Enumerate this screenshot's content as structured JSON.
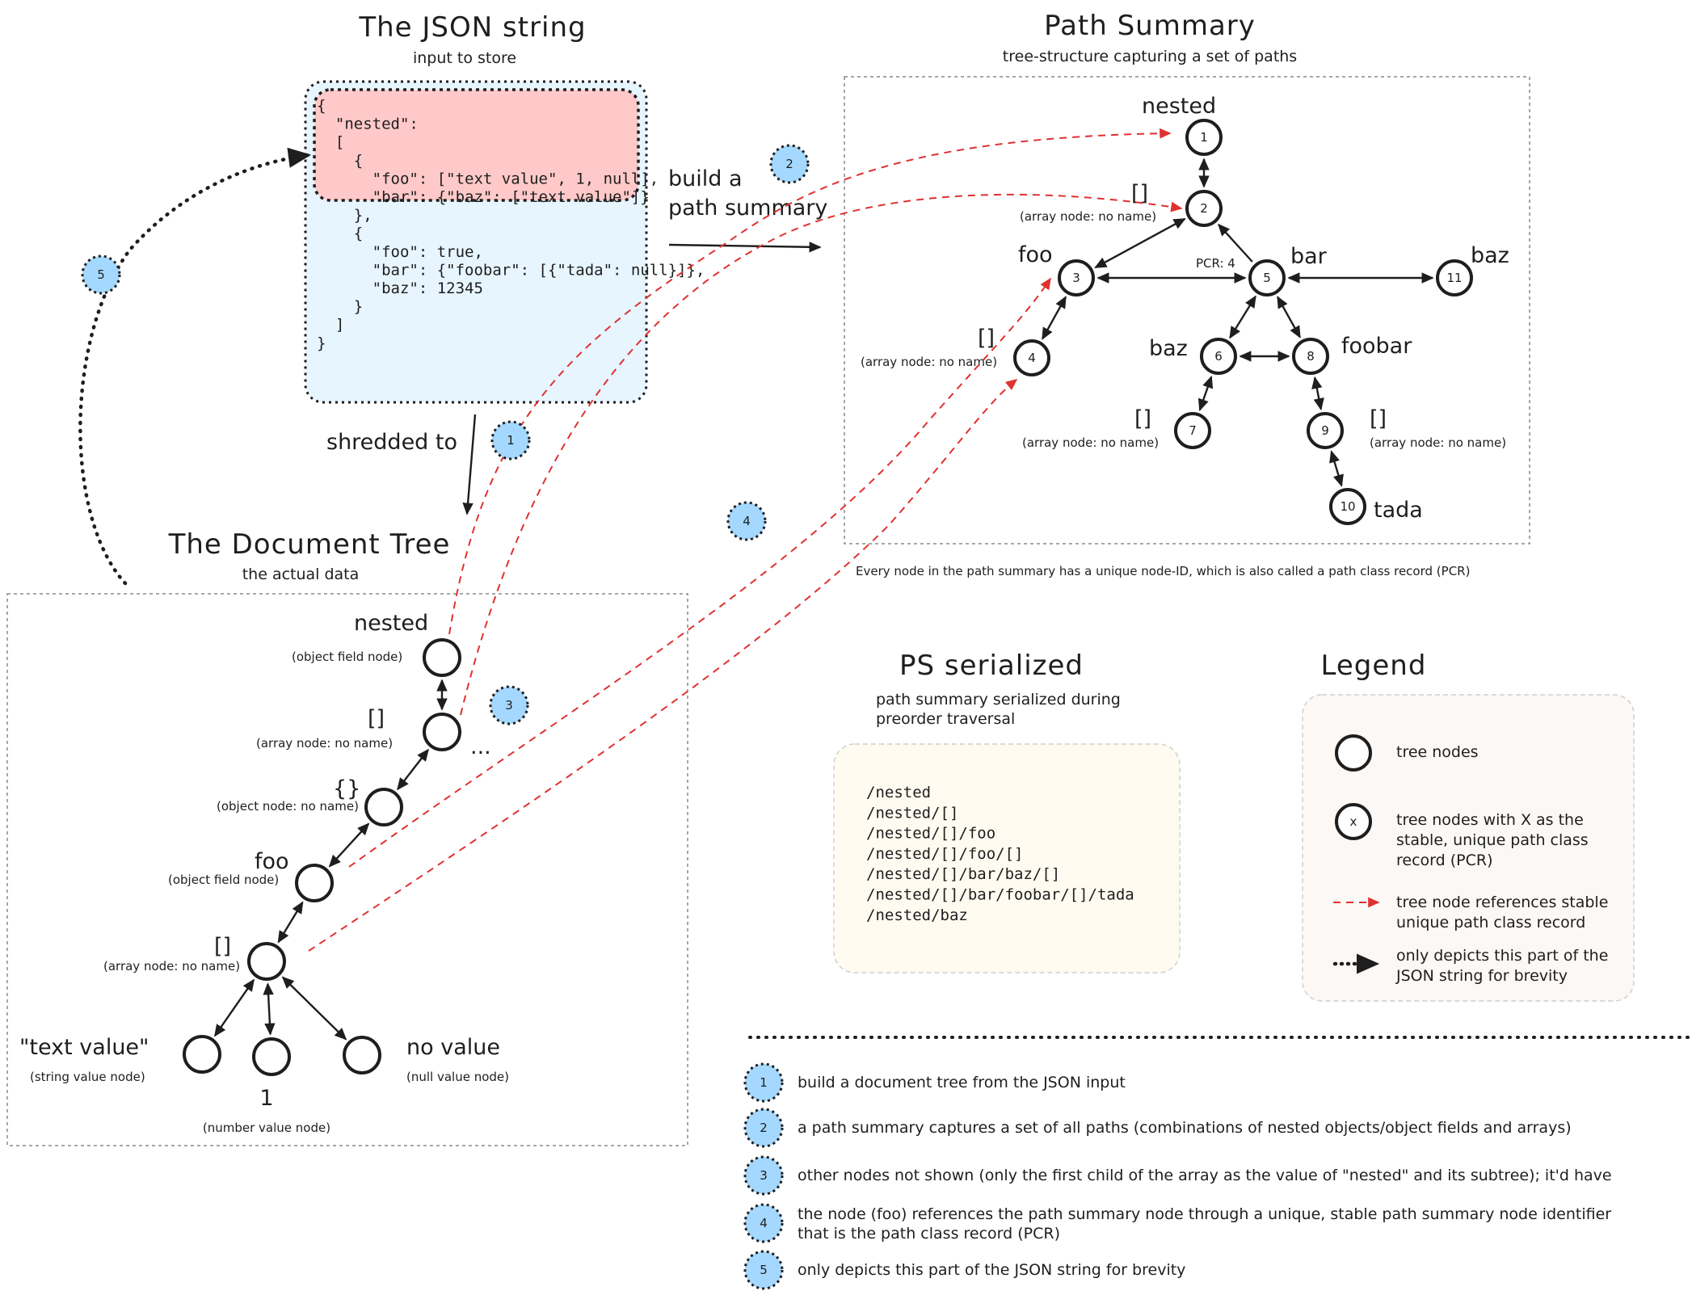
{
  "json_panel": {
    "title": "The JSON string",
    "subtitle": "input to store",
    "code_lines": [
      "{",
      "  \"nested\":",
      "  [",
      "    {",
      "      \"foo\": [\"text value\", 1, null],",
      "      \"bar\": {\"baz\": [\"text value\"]}",
      "    },",
      "    {",
      "      \"foo\": true,",
      "      \"bar\": {\"foobar\": [{\"tada\": null}]},",
      "      \"baz\": 12345",
      "    }",
      "  ]",
      "}"
    ]
  },
  "path_summary": {
    "title": "Path Summary",
    "subtitle": "tree-structure capturing a set of paths",
    "footnote": "Every node in the path summary has a unique node-ID, which is also called a path class record (PCR)",
    "pcr_label": "PCR: 4",
    "nodes": [
      {
        "id": "1",
        "label": "nested"
      },
      {
        "id": "2",
        "label": "[]",
        "note": "(array node: no name)"
      },
      {
        "id": "3",
        "label": "foo"
      },
      {
        "id": "4",
        "label": "[]",
        "note": "(array node: no name)"
      },
      {
        "id": "5",
        "label": "bar"
      },
      {
        "id": "6",
        "label": "baz"
      },
      {
        "id": "7",
        "label": "[]",
        "note": "(array node: no name)"
      },
      {
        "id": "8",
        "label": "foobar"
      },
      {
        "id": "9",
        "label": "[]",
        "note": "(array node: no name)"
      },
      {
        "id": "10",
        "label": "tada"
      },
      {
        "id": "11",
        "label": "baz"
      }
    ]
  },
  "arrows": {
    "build": [
      "build a",
      "path summary"
    ],
    "shredded": "shredded to"
  },
  "doc_tree": {
    "title": "The Document Tree",
    "subtitle": "the actual data",
    "nodes": [
      {
        "label": "nested",
        "note": "(object field node)"
      },
      {
        "label": "[]",
        "note": "(array node: no name)"
      },
      {
        "label": "{}",
        "note": "(object node: no name)"
      },
      {
        "label": "foo",
        "note": "(object field node)"
      },
      {
        "label": "[]",
        "note": "(array node: no name)"
      },
      {
        "label": "\"text value\"",
        "note": "(string value node)"
      },
      {
        "label": "1",
        "note": "(number value node)"
      },
      {
        "label": "no value",
        "note": "(null value node)"
      }
    ],
    "ellipsis": "..."
  },
  "ps_serialized": {
    "title": "PS serialized",
    "subtitle_lines": [
      "path summary serialized during",
      "preorder traversal"
    ],
    "lines": [
      "/nested",
      "/nested/[]",
      "/nested/[]/foo",
      "/nested/[]/foo/[]",
      "/nested/[]/bar/baz/[]",
      "/nested/[]/bar/foobar/[]/tada",
      "/nested/baz"
    ]
  },
  "legend": {
    "title": "Legend",
    "x_marker": "x",
    "items": [
      {
        "lines": [
          "tree nodes"
        ]
      },
      {
        "lines": [
          "tree nodes with X as the",
          "stable, unique path class",
          "record (PCR)"
        ]
      },
      {
        "lines": [
          "tree node references stable",
          "unique path class record"
        ]
      },
      {
        "lines": [
          "only depicts this part of the",
          "JSON string for brevity"
        ]
      }
    ]
  },
  "steps": [
    {
      "num": "1",
      "lines": [
        "build a document tree from the JSON input"
      ]
    },
    {
      "num": "2",
      "lines": [
        "a path summary captures a set of all paths (combinations of nested objects/object fields and arrays)"
      ]
    },
    {
      "num": "3",
      "lines": [
        "other nodes not shown (only the first child of the array as the value of \"nested\" and its subtree); it'd have"
      ]
    },
    {
      "num": "4",
      "lines": [
        "the node (foo) references the path summary node through a unique, stable path summary node identifier",
        "that is the path class record (PCR)"
      ]
    },
    {
      "num": "5",
      "lines": [
        "only depicts this part of the JSON string for brevity"
      ]
    }
  ],
  "badges": [
    "1",
    "2",
    "3",
    "4",
    "5"
  ],
  "colors": {
    "highlight_fill": "#ffc9c9",
    "code_fill": "#e7f5ff",
    "badge_fill": "#a5d8ff",
    "reference_arrow": "#e03131",
    "ps_box_fill": "#fffbf0",
    "legend_fill": "#fcf8f6"
  }
}
